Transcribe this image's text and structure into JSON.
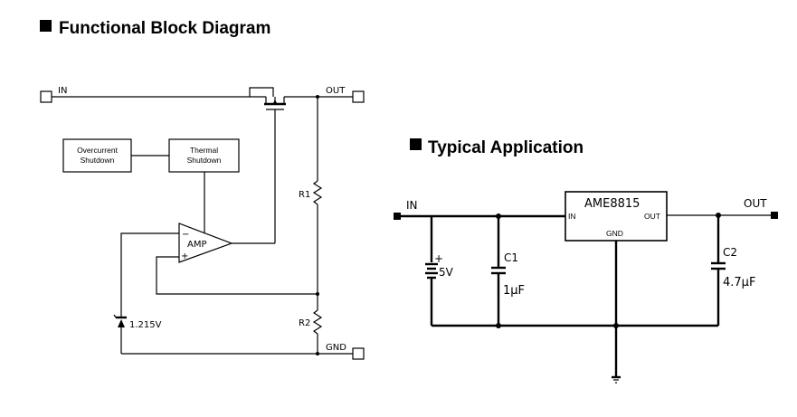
{
  "headings": {
    "block_diagram": "Functional Block Diagram",
    "typical_application": "Typical Application"
  },
  "block_diagram": {
    "pin_in": "IN",
    "pin_out": "OUT",
    "pin_gnd": "GND",
    "overcurrent": [
      "Overcurrent",
      "Shutdown"
    ],
    "thermal": [
      "Thermal",
      "Shutdown"
    ],
    "amp": "AMP",
    "amp_minus": "−",
    "amp_plus": "+",
    "r1": "R1",
    "r2": "R2",
    "reference": "1.215V"
  },
  "typical_application": {
    "in_label": "IN",
    "out_label": "OUT",
    "chip_name": "AME8815",
    "chip_in": "IN",
    "chip_out": "OUT",
    "chip_gnd": "GND",
    "battery_plus": "+",
    "battery_voltage": "5V",
    "c1_name": "C1",
    "c1_value": "1μF",
    "c2_name": "C2",
    "c2_value": "4.7μF"
  }
}
